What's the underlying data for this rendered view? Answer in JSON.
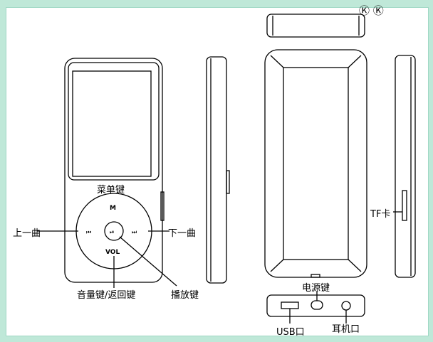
{
  "labels": {
    "menu_key": "菜单键",
    "prev_track": "上一曲",
    "next_track": "下一曲",
    "volume_back_key": "音量键/返回键",
    "play_key": "播放键",
    "tf_card": "TF卡",
    "power_key": "电源键",
    "usb_port": "USB口",
    "headphone_port": "耳机口"
  },
  "buttons": {
    "menu_glyph": "M",
    "vol_glyph": "VOL"
  },
  "watermark": "Ⓚ Ⓚ"
}
